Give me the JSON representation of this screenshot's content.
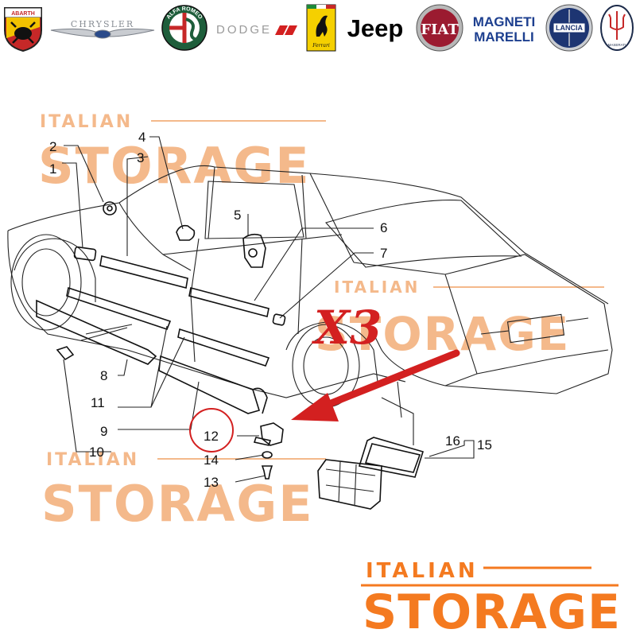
{
  "brands": [
    {
      "id": "abarth",
      "label": "ABARTH",
      "color": "#c62828"
    },
    {
      "id": "chrysler",
      "label": "CHRYSLER",
      "color": "#8a8f96"
    },
    {
      "id": "alfa-romeo",
      "label": "ALFA ROMEO",
      "color": "#1e5e3b"
    },
    {
      "id": "dodge",
      "label": "DODGE",
      "color": "#9a9a9a"
    },
    {
      "id": "ferrari",
      "label": "Ferrari",
      "color": "#f5d000"
    },
    {
      "id": "jeep",
      "label": "Jeep",
      "color": "#000000"
    },
    {
      "id": "fiat",
      "label": "FIAT",
      "color": "#9b1b30"
    },
    {
      "id": "magneti-marelli",
      "label_line1": "MAGNETI",
      "label_line2": "MARELLI",
      "color": "#1d3f8f"
    },
    {
      "id": "lancia",
      "label": "LANCIA",
      "color": "#1d3572"
    },
    {
      "id": "maserati",
      "label": "MASERATI",
      "color": "#1c2b4a"
    }
  ],
  "watermark": {
    "line1": "ITALIAN",
    "line2": "STORAGE",
    "color": "#f4b98b"
  },
  "callouts": [
    "1",
    "2",
    "3",
    "4",
    "5",
    "6",
    "7",
    "8",
    "9",
    "10",
    "11",
    "12",
    "13",
    "14",
    "15",
    "16"
  ],
  "highlight": {
    "quantity_label": "X3",
    "part_number": "12",
    "color": "#d32020"
  },
  "footer_logo": {
    "line1": "ITALIAN",
    "line2": "STORAGE",
    "color": "#f47a20"
  }
}
